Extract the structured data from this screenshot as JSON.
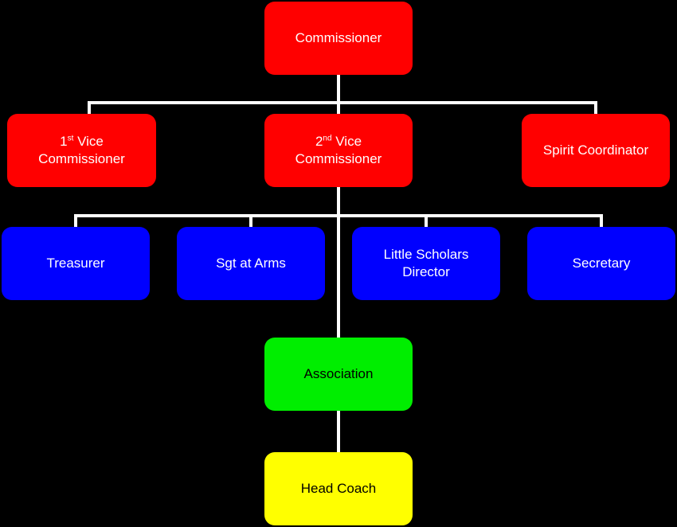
{
  "org_chart": {
    "commissioner": {
      "label": "Commissioner",
      "color": "#ff0000"
    },
    "first_vice": {
      "line1_num": "1",
      "line1_sup": "st",
      "line1_rest": " Vice",
      "line2": "Commissioner",
      "color": "#ff0000"
    },
    "second_vice": {
      "line1_num": "2",
      "line1_sup": "nd",
      "line1_rest": " Vice",
      "line2": "Commissioner",
      "color": "#ff0000"
    },
    "spirit_coordinator": {
      "label": "Spirit Coordinator",
      "color": "#ff0000"
    },
    "treasurer": {
      "label": "Treasurer",
      "color": "#0000ff"
    },
    "sgt_at_arms": {
      "label": "Sgt at Arms",
      "color": "#0000ff"
    },
    "little_scholars": {
      "line1": "Little Scholars",
      "line2": "Director",
      "color": "#0000ff"
    },
    "secretary": {
      "label": "Secretary",
      "color": "#0000ff"
    },
    "association": {
      "label": "Association",
      "color": "#00ee00"
    },
    "head_coach": {
      "label": "Head Coach",
      "color": "#ffff00"
    }
  },
  "colors": {
    "background": "#000000",
    "connector": "#ffffff"
  }
}
